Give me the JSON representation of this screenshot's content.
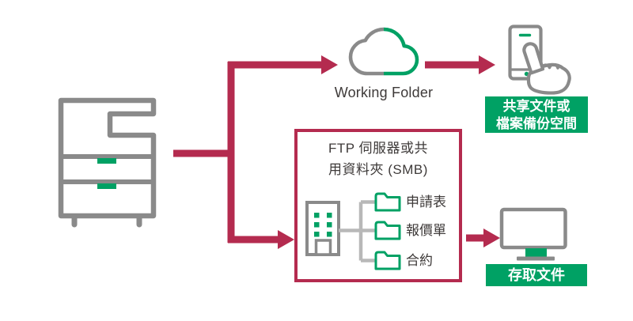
{
  "colors": {
    "arrow_red": "#B42B4F",
    "accent_green": "#00A164",
    "icon_gray": "#8A8A8A",
    "connector_gray": "#B8B8B8",
    "text_dark": "#3E3A39",
    "badge_text": "#FFFFFF",
    "background": "#FFFFFF"
  },
  "diagram": {
    "source_device": {
      "icon": "multifunction-printer-icon"
    },
    "cloud": {
      "icon": "cloud-icon",
      "label": "Working Folder"
    },
    "mobile": {
      "icon": "smartphone-touch-icon",
      "badge_line1": "共享文件或",
      "badge_line2": "檔案備份空間"
    },
    "ftp_box": {
      "title_line1": "FTP 伺服器或共",
      "title_line2": "用資料夾 (SMB)",
      "server_icon": "office-building-icon",
      "folder_icon": "folder-icon",
      "folders": [
        {
          "label": "申請表"
        },
        {
          "label": "報價單"
        },
        {
          "label": "合約"
        }
      ]
    },
    "desktop": {
      "icon": "desktop-monitor-icon",
      "badge": "存取文件"
    }
  }
}
